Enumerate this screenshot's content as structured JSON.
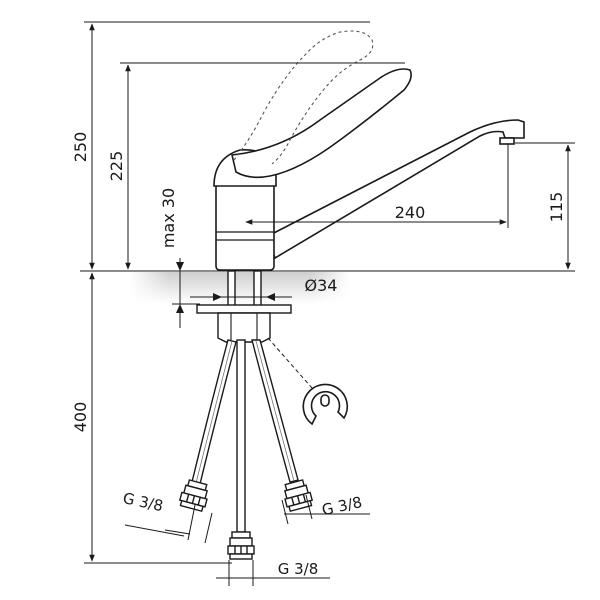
{
  "dimensions": {
    "total_height": "250",
    "handle_height": "225",
    "spout_height": "115",
    "spout_reach": "240",
    "max_deck_thickness": "max 30",
    "hole_diameter": "Ø34",
    "hose_length": "400"
  },
  "connections": {
    "left": "G 3/8",
    "right": "G 3/8",
    "center": "G 3/8"
  },
  "colors": {
    "line": "#1a1a1a",
    "deck_shadow": "#d9d9d9"
  }
}
